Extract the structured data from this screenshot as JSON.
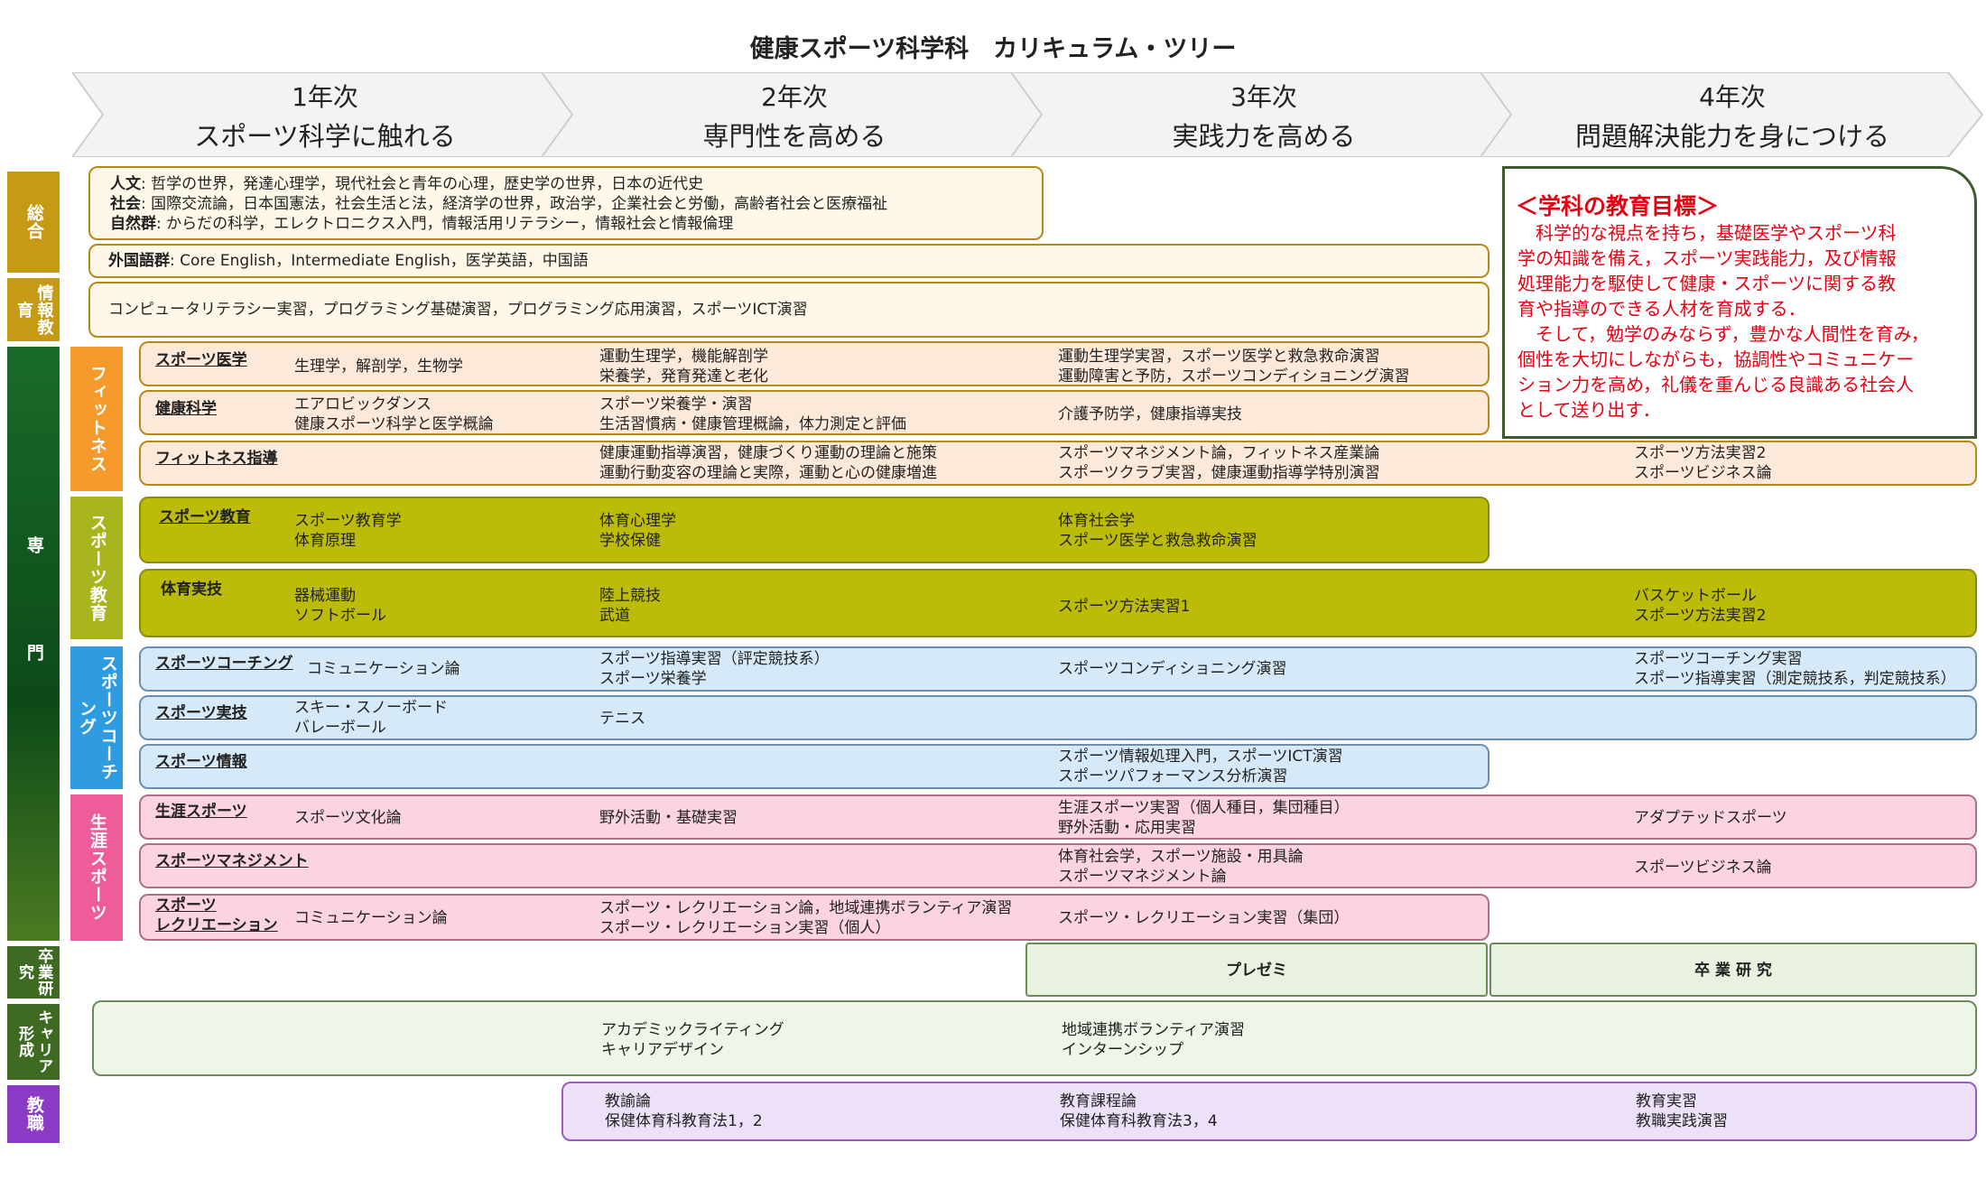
{
  "title": "健康スポーツ科学科　カリキュラム・ツリー",
  "years": [
    {
      "label": "1年次",
      "sub": "スポーツ科学に触れる"
    },
    {
      "label": "2年次",
      "sub": "専門性を高める"
    },
    {
      "label": "3年次",
      "sub": "実践力を高める"
    },
    {
      "label": "4年次",
      "sub": "問題解決能力を身につける"
    }
  ],
  "side": {
    "sogo": "総合",
    "joho": "情報教育",
    "senmon": "専門",
    "sotsugyo": "卒業研究",
    "career": "キャリア形成",
    "kyoshoku": "教職"
  },
  "subside": {
    "fitness": "フィットネス",
    "sports_edu": "スポーツ教育",
    "coaching": "スポーツコーチング",
    "lifelong": "生涯スポーツ"
  },
  "general": {
    "l1_head": "人文",
    "l1": ": 哲学の世界，発達心理学，現代社会と青年の心理，歴史学の世界，日本の近代史",
    "l2_head": "社会",
    "l2": ": 国際交流論，日本国憲法，社会生活と法，経済学の世界，政治学，企業社会と労働，高齢者社会と医療福祉",
    "l3_head": "自然群",
    "l3": ": からだの科学，エレクトロニクス入門，情報活用リテラシー，情報社会と情報倫理"
  },
  "foreign": {
    "head": "外国語群",
    "text": ": Core English，Intermediate English，医学英語，中国語"
  },
  "info": "コンピュータリテラシー実習，プログラミング基礎演習，プログラミング応用演習，スポーツICT演習",
  "rows": {
    "r1": {
      "cat": "スポーツ医学",
      "y1": [
        "生理学，解剖学，生物学"
      ],
      "y2": [
        "運動生理学，機能解剖学",
        "栄養学，発育発達と老化"
      ],
      "y3": [
        "運動生理学実習，スポーツ医学と救急救命演習",
        "運動障害と予防，スポーツコンディショニング演習"
      ],
      "y4": []
    },
    "r2": {
      "cat": "健康科学",
      "y1": [
        "エアロビックダンス",
        "健康スポーツ科学と医学概論"
      ],
      "y2": [
        "スポーツ栄養学・演習",
        "生活習慣病・健康管理概論，体力測定と評価"
      ],
      "y3": [
        "介護予防学，健康指導実技"
      ],
      "y4": []
    },
    "r3": {
      "cat": "フィットネス指導",
      "y1": [],
      "y2": [
        "健康運動指導演習，健康づくり運動の理論と施策",
        "運動行動変容の理論と実際，運動と心の健康増進"
      ],
      "y3": [
        "スポーツマネジメント論，フィットネス産業論",
        "スポーツクラブ実習，健康運動指導学特別演習"
      ],
      "y4": [
        "スポーツ方法実習2",
        "スポーツビジネス論"
      ]
    },
    "r4": {
      "cat": "スポーツ教育",
      "y1": [
        "スポーツ教育学",
        "体育原理"
      ],
      "y2": [
        "体育心理学",
        "学校保健"
      ],
      "y3": [
        "体育社会学",
        "スポーツ医学と救急救命演習"
      ],
      "y4": []
    },
    "r5": {
      "cat": "体育実技",
      "y1": [
        "器械運動",
        "ソフトボール"
      ],
      "y2": [
        "陸上競技",
        "武道"
      ],
      "y3": [
        "スポーツ方法実習1"
      ],
      "y4": [
        "バスケットボール",
        "スポーツ方法実習2"
      ]
    },
    "r6": {
      "cat": "スポーツコーチング",
      "y1": [
        "コミュニケーション論"
      ],
      "y2": [
        "スポーツ指導実習（評定競技系）",
        "スポーツ栄養学"
      ],
      "y3": [
        "スポーツコンディショニング演習"
      ],
      "y4": [
        "スポーツコーチング実習",
        "スポーツ指導実習（測定競技系，判定競技系）"
      ]
    },
    "r7": {
      "cat": "スポーツ実技",
      "y1": [
        "スキー・スノーボード",
        "バレーボール"
      ],
      "y2": [
        "テニス"
      ],
      "y3": [],
      "y4": []
    },
    "r8": {
      "cat": "スポーツ情報",
      "y1": [],
      "y2": [],
      "y3": [
        "スポーツ情報処理入門，スポーツICT演習",
        "スポーツパフォーマンス分析演習"
      ],
      "y4": []
    },
    "r9": {
      "cat": "生涯スポーツ",
      "y1": [
        "スポーツ文化論"
      ],
      "y2": [
        "野外活動・基礎実習"
      ],
      "y3": [
        "生涯スポーツ実習（個人種目，集団種目）",
        "野外活動・応用実習"
      ],
      "y4": [
        "アダプテッドスポーツ"
      ]
    },
    "r10": {
      "cat": "スポーツマネジメント",
      "y1": [],
      "y2": [],
      "y3": [
        "体育社会学，スポーツ施設・用具論",
        "スポーツマネジメント論"
      ],
      "y4": [
        "スポーツビジネス論"
      ]
    },
    "r11": {
      "cat1": "スポーツ",
      "cat2": "レクリエーション",
      "y1": [
        "コミュニケーション論"
      ],
      "y2": [
        "スポーツ・レクリエーション論，地域連携ボランティア演習",
        "スポーツ・レクリエーション実習（個人）"
      ],
      "y3": [
        "スポーツ・レクリエーション実習（集団）"
      ],
      "y4": []
    }
  },
  "seminar": {
    "pre": "プレゼミ",
    "thesis": "卒 業 研 究"
  },
  "career": {
    "y2": [
      "アカデミックライティング",
      "キャリアデザイン"
    ],
    "y3": [
      "地域連携ボランティア演習",
      "インターンシップ"
    ]
  },
  "teach": {
    "y2": [
      "教諭論",
      "保健体育科教育法1，2"
    ],
    "y3": [
      "教育課程論",
      "保健体育科教育法3，4"
    ],
    "y4": [
      "教育実習",
      "教職実践演習"
    ]
  },
  "goal": {
    "heading": "＜学科の教育目標＞",
    "lines": [
      "　科学的な視点を持ち，基礎医学やスポーツ科",
      "学の知識を備え，スポーツ実践能力，及び情報",
      "処理能力を駆使して健康・スポーツに関する教",
      "育や指導のできる人材を育成する．",
      "　そして，勉学のみならず，豊かな人間性を育み，",
      "個性を大切にしながらも，協調性やコミュニケー",
      "ション力を高め，礼儀を重んじる良識ある社会人",
      "として送り出す．"
    ]
  },
  "colors": {
    "sogo": "#c79a16",
    "joho": "#c79a16",
    "senmon": "#0f5a1f",
    "sotsugyo": "#3e6b21",
    "career": "#3e6b21",
    "kyoshoku": "#8a3cc7",
    "fitness": "#f59a2b",
    "sports_edu": "#a9b51d",
    "coaching": "#2f9be0",
    "lifelong": "#ef5c9a",
    "goal": "#e60012"
  }
}
